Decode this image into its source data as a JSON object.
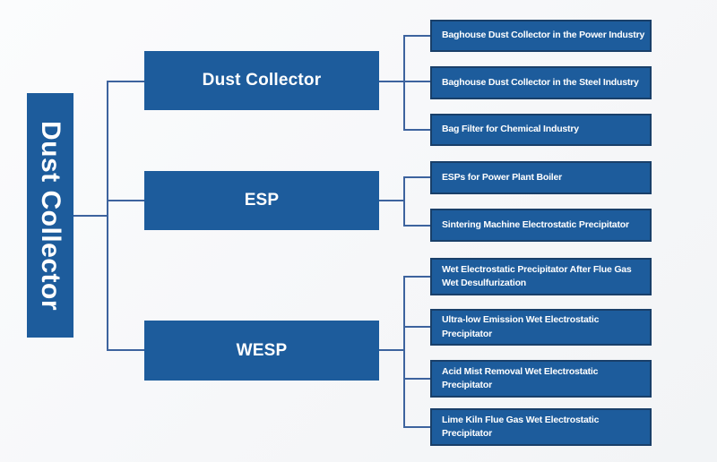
{
  "diagram": {
    "type": "tree",
    "colors": {
      "box_fill": "#1d5c9c",
      "box_border": "#183558",
      "connector": "#3d639e",
      "text": "#ffffff",
      "background": "#f6f7f9"
    },
    "root": {
      "label": "Dust Collector"
    },
    "branches": [
      {
        "label": "Dust Collector",
        "children": [
          {
            "lines": [
              "Baghouse Dust Collector in the Power Industry"
            ]
          },
          {
            "lines": [
              "Baghouse Dust Collector in the Steel Industry"
            ]
          },
          {
            "lines": [
              "Bag Filter for Chemical Industry"
            ]
          }
        ]
      },
      {
        "label": "ESP",
        "children": [
          {
            "lines": [
              "ESPs for Power Plant Boiler"
            ]
          },
          {
            "lines": [
              "Sintering Machine Electrostatic Precipitator"
            ]
          }
        ]
      },
      {
        "label": "WESP",
        "children": [
          {
            "lines": [
              "Wet Electrostatic Precipitator After Flue Gas",
              "Wet Desulfurization"
            ]
          },
          {
            "lines": [
              "Ultra-low Emission Wet Electrostatic",
              "Precipitator"
            ]
          },
          {
            "lines": [
              "Acid Mist Removal Wet Electrostatic",
              "Precipitator"
            ]
          },
          {
            "lines": [
              "Lime Kiln Flue Gas Wet Electrostatic",
              "Precipitator"
            ]
          }
        ]
      }
    ]
  }
}
